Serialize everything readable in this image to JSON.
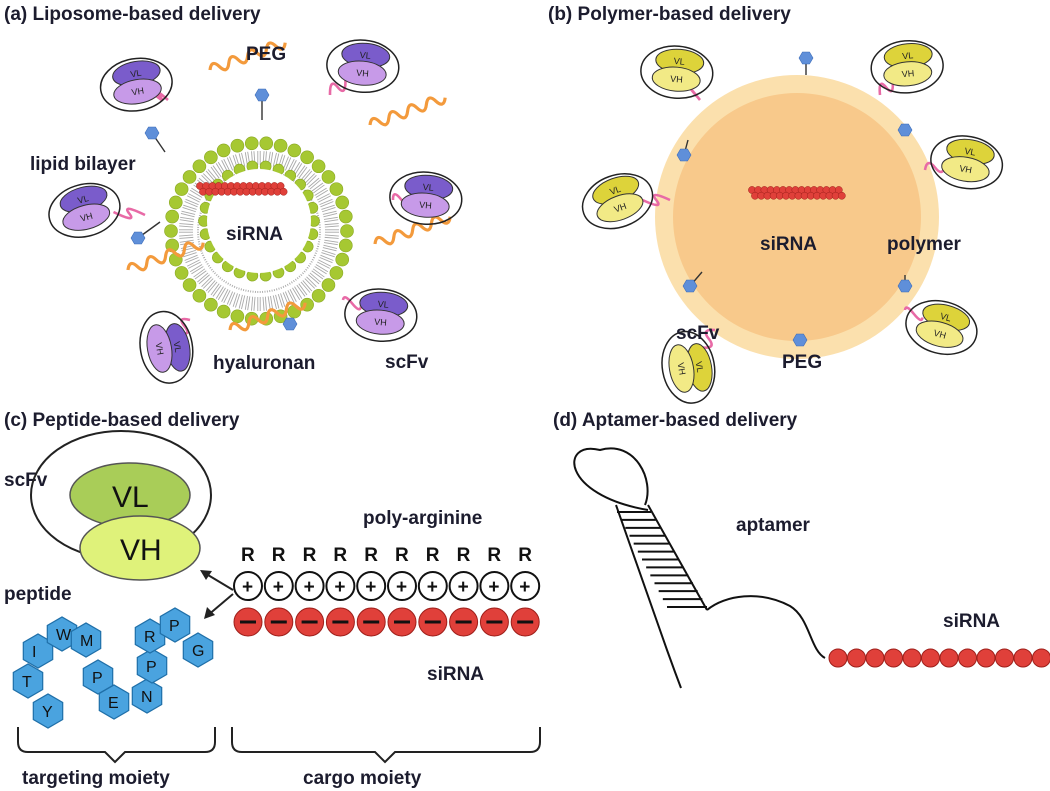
{
  "panels": {
    "a": {
      "title": "(a) Liposome-based delivery",
      "labels": {
        "peg": "PEG",
        "lipid_bilayer": "lipid bilayer",
        "sirna": "siRNA",
        "hyaluronan": "hyaluronan",
        "scfv": "scFv"
      },
      "domain_labels": {
        "vl": "VL",
        "vh": "VH"
      }
    },
    "b": {
      "title": "(b) Polymer-based delivery",
      "labels": {
        "sirna": "siRNA",
        "polymer": "polymer",
        "scfv": "scFv",
        "peg": "PEG"
      },
      "domain_labels": {
        "vl": "VL",
        "vh": "VH"
      }
    },
    "c": {
      "title": "(c) Peptide-based delivery",
      "labels": {
        "scfv": "scFv",
        "vl": "VL",
        "vh": "VH",
        "peptide": "peptide",
        "poly_arginine": "poly-arginine",
        "sirna": "siRNA",
        "targeting_moiety": "targeting moiety",
        "cargo_moiety": "cargo moiety"
      },
      "residue_letter": "R",
      "charge_plus": "+",
      "charge_minus": "−",
      "peptide_residues": [
        "T",
        "I",
        "W",
        "M",
        "P",
        "E",
        "N",
        "P",
        "R",
        "P",
        "G",
        "Y"
      ]
    },
    "d": {
      "title": "(d) Aptamer-based delivery",
      "labels": {
        "aptamer": "aptamer",
        "sirna": "siRNA"
      }
    }
  },
  "colors": {
    "liposome_head": "#a6c832",
    "lipid_tail": "#a9a9a9",
    "scfv_vl_purple": "#7a5ccb",
    "scfv_vh_purple": "#c79ae8",
    "scfv_vl_yellow": "#ddd33a",
    "scfv_vh_yellow": "#f2ea86",
    "linker_pink": "#e86aa6",
    "hyaluronan_orange": "#f39a3c",
    "peg_blue": "#5f8fd9",
    "sirna_red": "#e0403a",
    "polymer_core": "#f8c98b",
    "polymer_halo": "#fbe0ad",
    "peptide_vl": "#a9cd58",
    "peptide_vh": "#dff27a",
    "residue_blue": "#4aa3df"
  }
}
